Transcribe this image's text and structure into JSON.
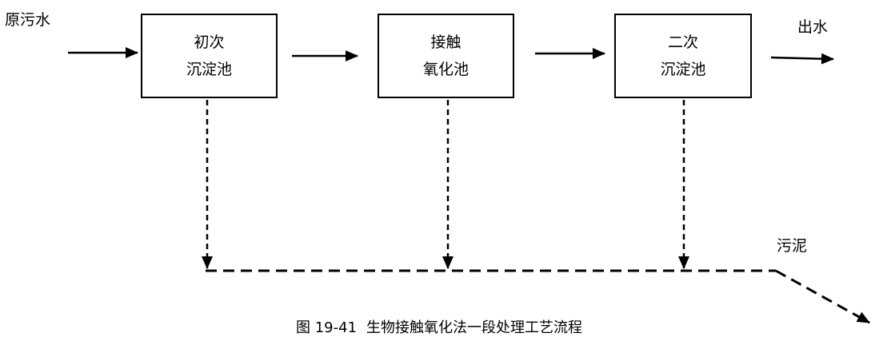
{
  "input_label": "原污水",
  "output_label": "出水",
  "sludge_label": "污泥",
  "units": [
    {
      "line1": "初次",
      "line2": "沉淀池"
    },
    {
      "line1": "接触",
      "line2": "氧化池"
    },
    {
      "line1": "二次",
      "line2": "沉淀池"
    }
  ],
  "caption": {
    "number": "图 19-41",
    "title": "生物接触氧化法一段处理工艺流程"
  },
  "colors": {
    "line": "#000000",
    "background": "#ffffff"
  }
}
